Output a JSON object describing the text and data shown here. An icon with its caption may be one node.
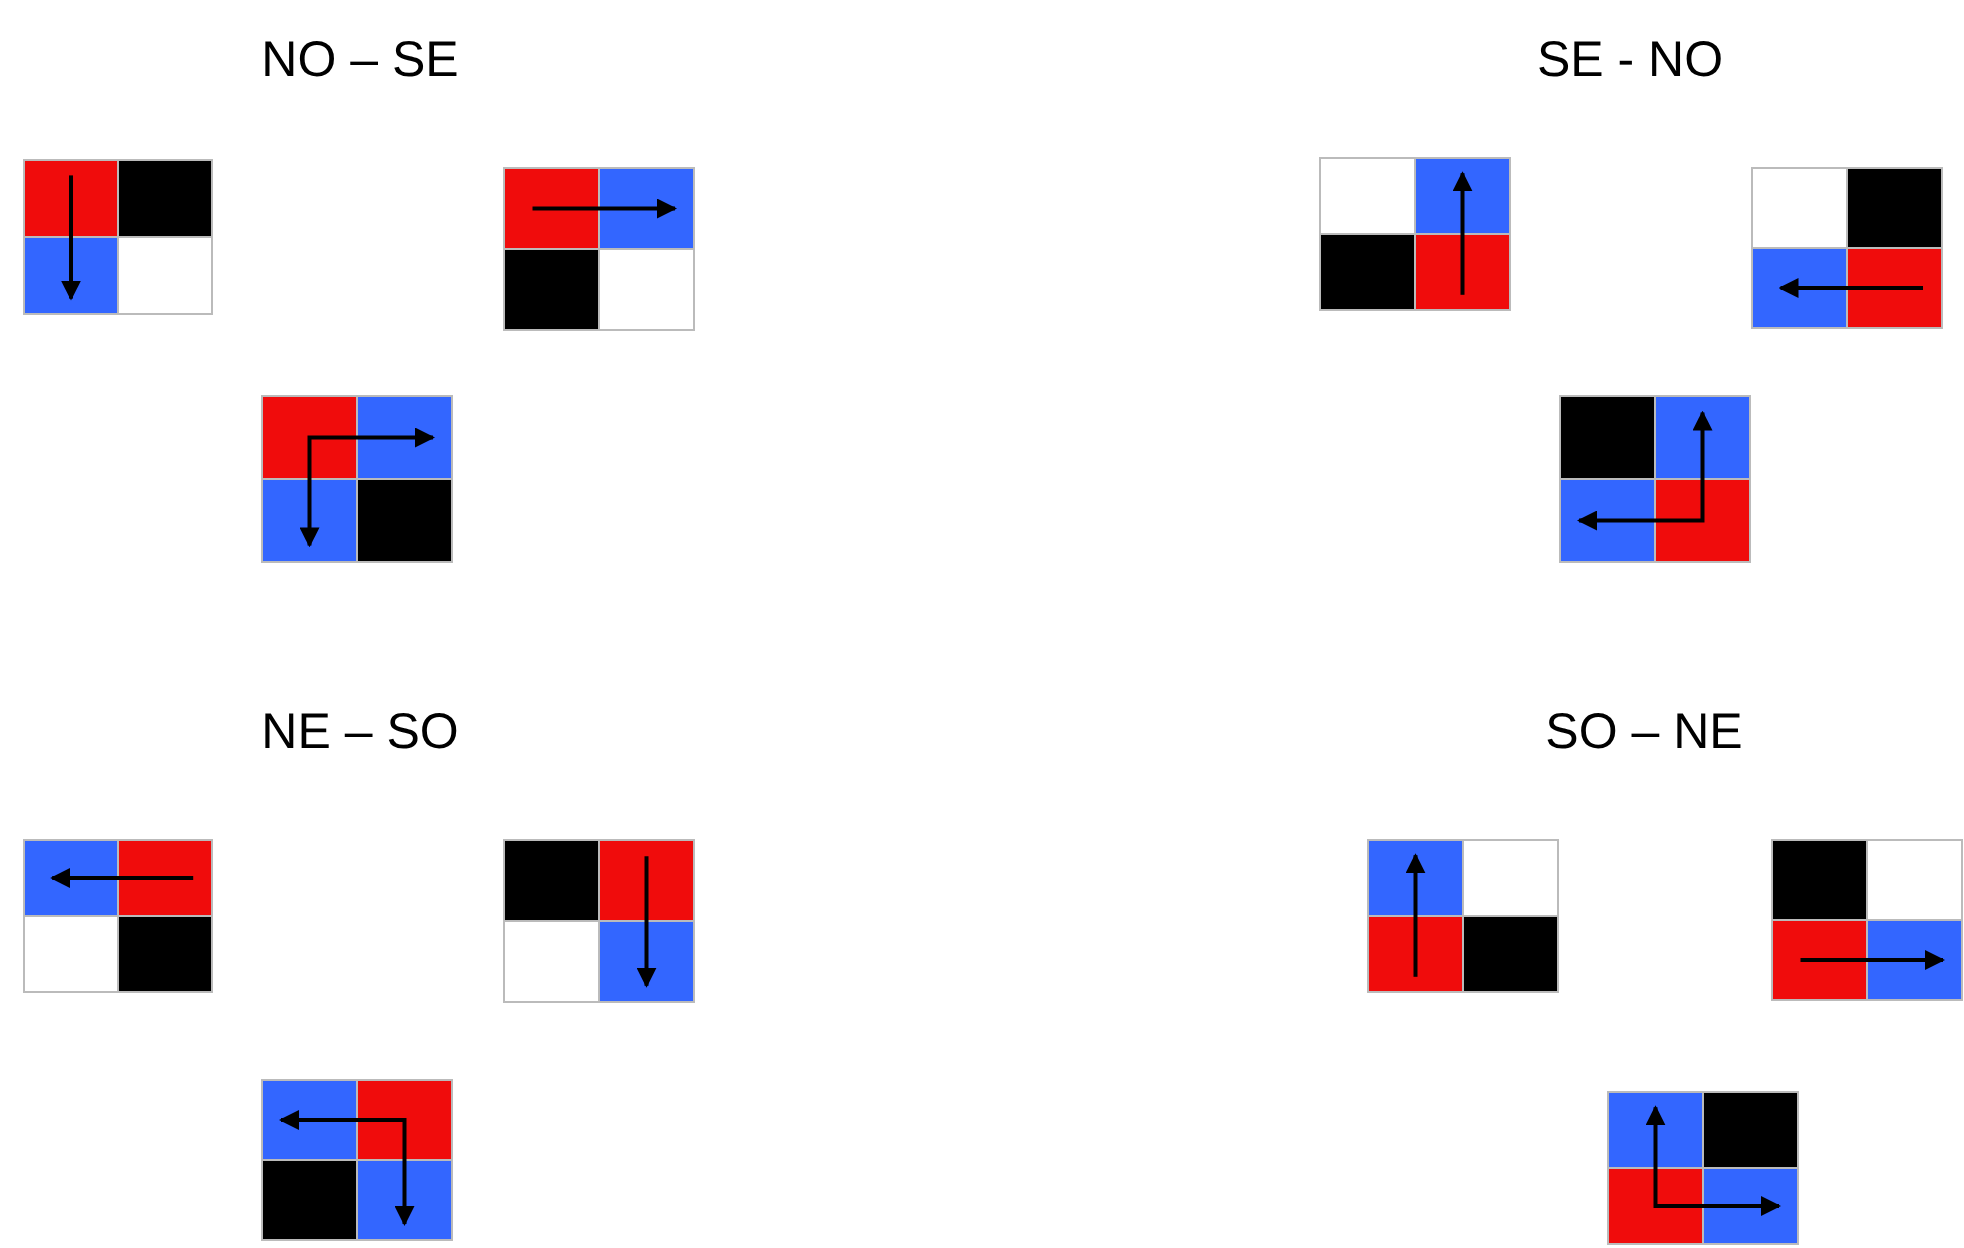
{
  "diagram": {
    "labels": [
      "NO – SE",
      "SE - NO",
      "NE – SO",
      "SO – NE"
    ]
  }
}
